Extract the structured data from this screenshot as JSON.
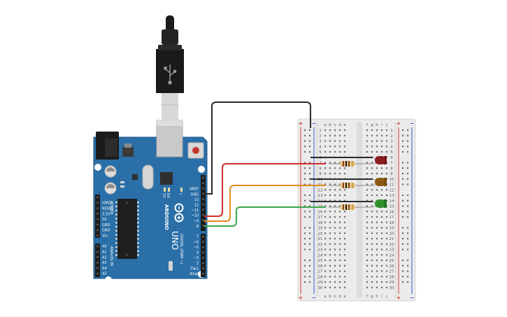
{
  "colors": {
    "board": "#2a6fa8",
    "board_edge": "#1f5788",
    "breadboard": "#ececec",
    "rail_red": "#d33a3a",
    "rail_blue": "#3a5ad3",
    "wire_black": "#2b2b2b",
    "wire_red": "#d22d2d",
    "wire_orange": "#e08a1e",
    "wire_green": "#3aa84a",
    "led_red": "#8b1e1e",
    "led_yellow": "#8a5a12",
    "led_green": "#2f8f2a"
  },
  "arduino": {
    "brand": "ARDUINO",
    "model": "UNO",
    "power_header_title": "POWER",
    "analog_header_title": "ANALOG IN",
    "digital_header_title": "DIGITAL (PWM ~)",
    "led_labels": [
      "TX",
      "RX",
      "L"
    ],
    "power_pins": [
      "IOREF",
      "RESET",
      "3.3V",
      "5V",
      "GND",
      "GND",
      "Vin"
    ],
    "analog_pins": [
      "A0",
      "A1",
      "A2",
      "A3",
      "A4",
      "A5"
    ],
    "digital_top_pins": [
      "AREF",
      "GND",
      "13",
      "12",
      "~11",
      "~10",
      "~9",
      "8"
    ],
    "digital_bottom_pins": [
      "7",
      "~6",
      "~5",
      "4",
      "~3",
      "2",
      "TX▸1",
      "RX◂0"
    ]
  },
  "breadboard": {
    "columns_left": [
      "a",
      "b",
      "c",
      "d",
      "e"
    ],
    "columns_right": [
      "f",
      "g",
      "h",
      "i",
      "j"
    ],
    "rows": [
      "1",
      "2",
      "3",
      "4",
      "5",
      "6",
      "7",
      "8",
      "9",
      "10",
      "11",
      "12",
      "13",
      "14",
      "15",
      "16",
      "17",
      "18",
      "19",
      "20",
      "21",
      "22",
      "23",
      "24",
      "25",
      "26",
      "27",
      "28",
      "29",
      "30"
    ],
    "rail_plus": "+",
    "rail_minus": "−"
  }
}
